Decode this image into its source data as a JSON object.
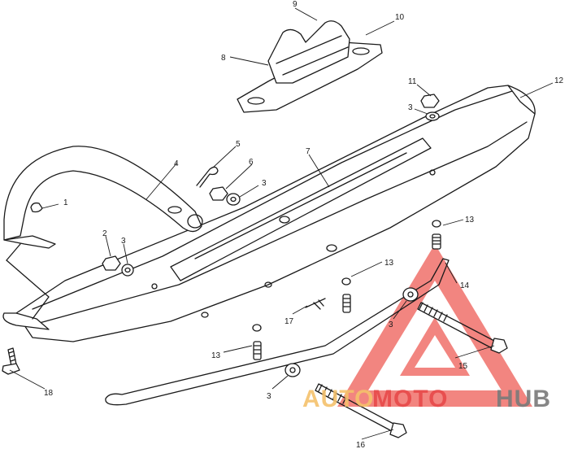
{
  "callouts": {
    "c1": "1",
    "c2": "2",
    "c3a": "3",
    "c3b": "3",
    "c3c": "3",
    "c3d": "3",
    "c3e": "3",
    "c4": "4",
    "c5": "5",
    "c6": "6",
    "c7": "7",
    "c8": "8",
    "c9": "9",
    "c10": "10",
    "c11": "11",
    "c12": "12",
    "c13a": "13",
    "c13b": "13",
    "c13c": "13",
    "c14": "14",
    "c15": "15",
    "c16": "16",
    "c17": "17",
    "c18": "18"
  },
  "watermark": {
    "part1": "AUTO",
    "part2": "MOTO",
    "part3": "HUB",
    "colors": {
      "auto": "#f5c16c",
      "moto": "#e84a4a",
      "hub": "#7a7a7a",
      "triangle": "#f0706a"
    }
  }
}
